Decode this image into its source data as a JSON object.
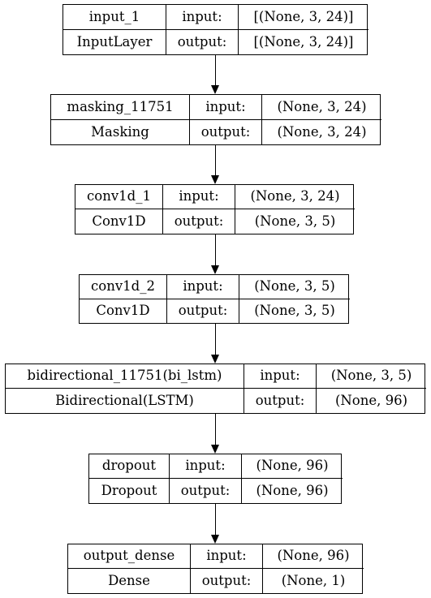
{
  "diagram": {
    "layers": [
      {
        "name": "input_1",
        "type": "InputLayer",
        "input_label": "input:",
        "input_shape": "[(None, 3, 24)]",
        "output_label": "output:",
        "output_shape": "[(None, 3, 24)]"
      },
      {
        "name": "masking_11751",
        "type": "Masking",
        "input_label": "input:",
        "input_shape": "(None, 3, 24)",
        "output_label": "output:",
        "output_shape": "(None, 3, 24)"
      },
      {
        "name": "conv1d_1",
        "type": "Conv1D",
        "input_label": "input:",
        "input_shape": "(None, 3, 24)",
        "output_label": "output:",
        "output_shape": "(None, 3, 5)"
      },
      {
        "name": "conv1d_2",
        "type": "Conv1D",
        "input_label": "input:",
        "input_shape": "(None, 3, 5)",
        "output_label": "output:",
        "output_shape": "(None, 3, 5)"
      },
      {
        "name": "bidirectional_11751(bi_lstm)",
        "type": "Bidirectional(LSTM)",
        "input_label": "input:",
        "input_shape": "(None, 3, 5)",
        "output_label": "output:",
        "output_shape": "(None, 96)"
      },
      {
        "name": "dropout",
        "type": "Dropout",
        "input_label": "input:",
        "input_shape": "(None, 96)",
        "output_label": "output:",
        "output_shape": "(None, 96)"
      },
      {
        "name": "output_dense",
        "type": "Dense",
        "input_label": "input:",
        "input_shape": "(None, 96)",
        "output_label": "output:",
        "output_shape": "(None, 1)"
      }
    ]
  }
}
